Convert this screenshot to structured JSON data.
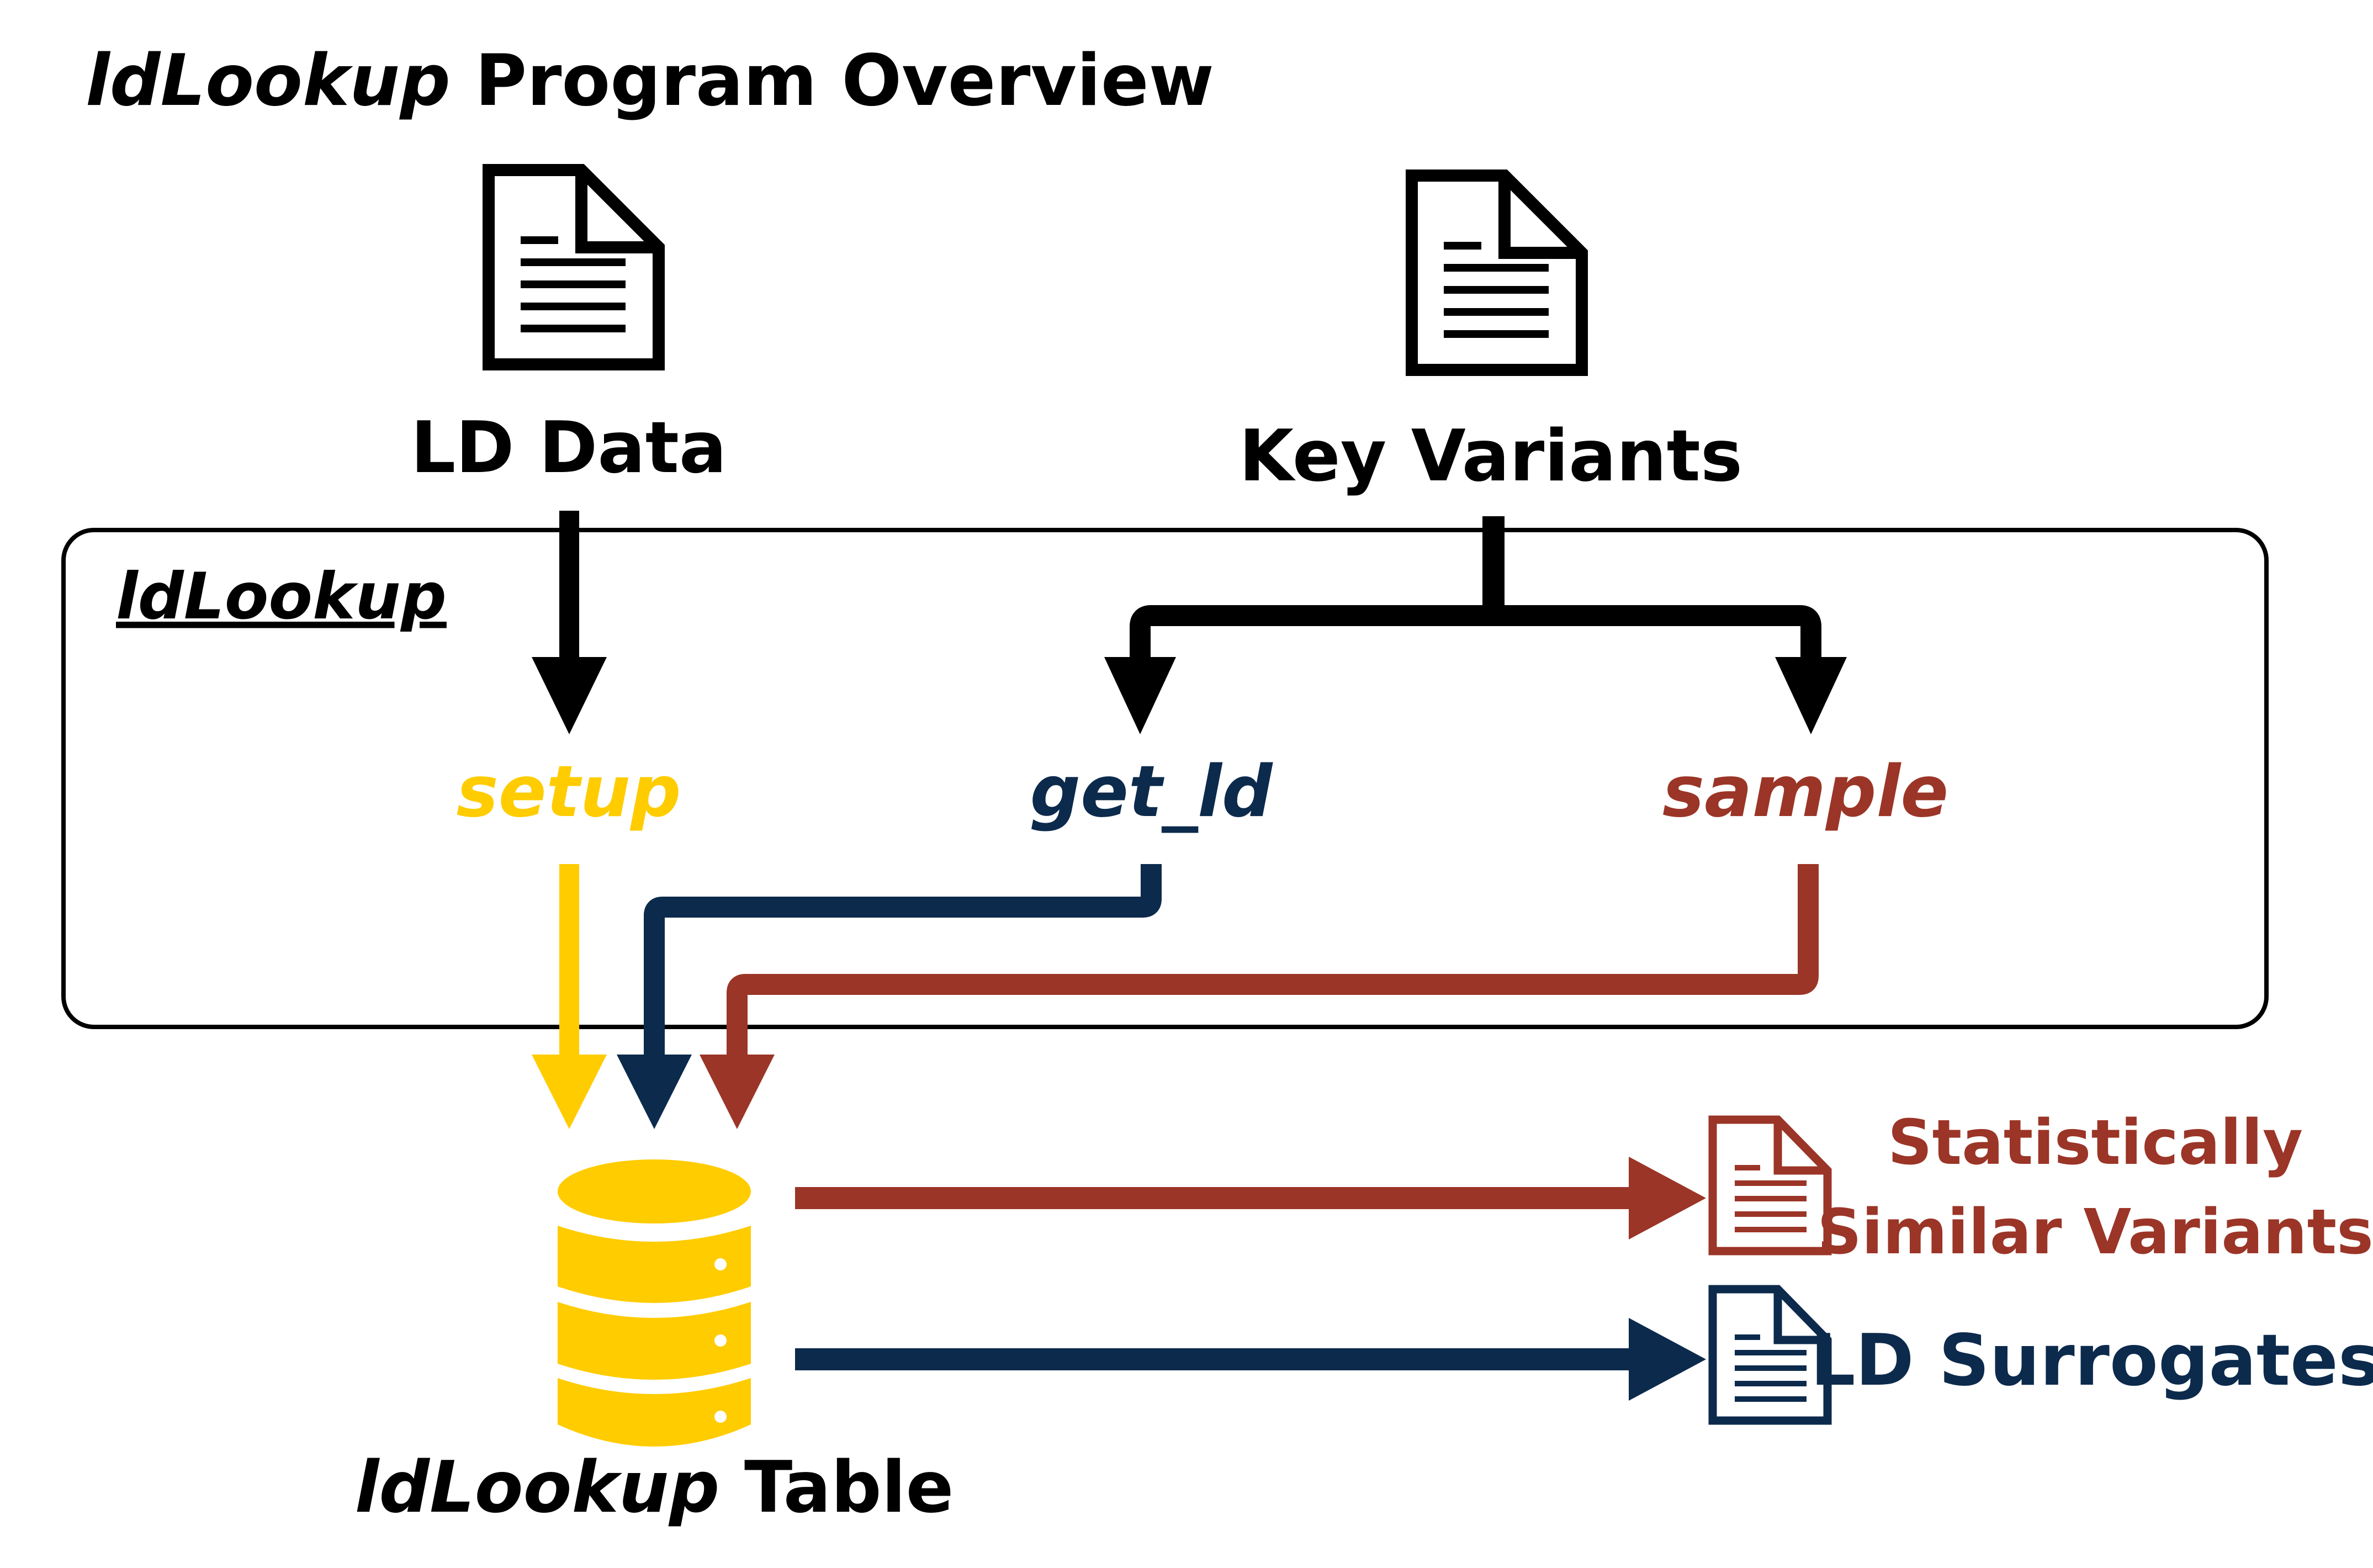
{
  "title": {
    "italic": "ldLookup",
    "rest": " Program Overview"
  },
  "inputs": {
    "ld_data": "LD Data",
    "key_variants": "Key Variants"
  },
  "module": {
    "label": "ldLookup"
  },
  "functions": {
    "setup": "setup",
    "get_ld": "get_ld",
    "sample": "sample"
  },
  "database": {
    "label_italic": "ldLookup",
    "label_rest": " Table"
  },
  "outputs": {
    "similar_line1": "Statistically",
    "similar_line2": "Similar Variants",
    "surrogates": "LD Surrogates"
  },
  "colors": {
    "black": "#000000",
    "setup": "#FFCC00",
    "get_ld": "#0C2A4C",
    "sample": "#9B3527",
    "db_fill": "#FFCC00"
  }
}
